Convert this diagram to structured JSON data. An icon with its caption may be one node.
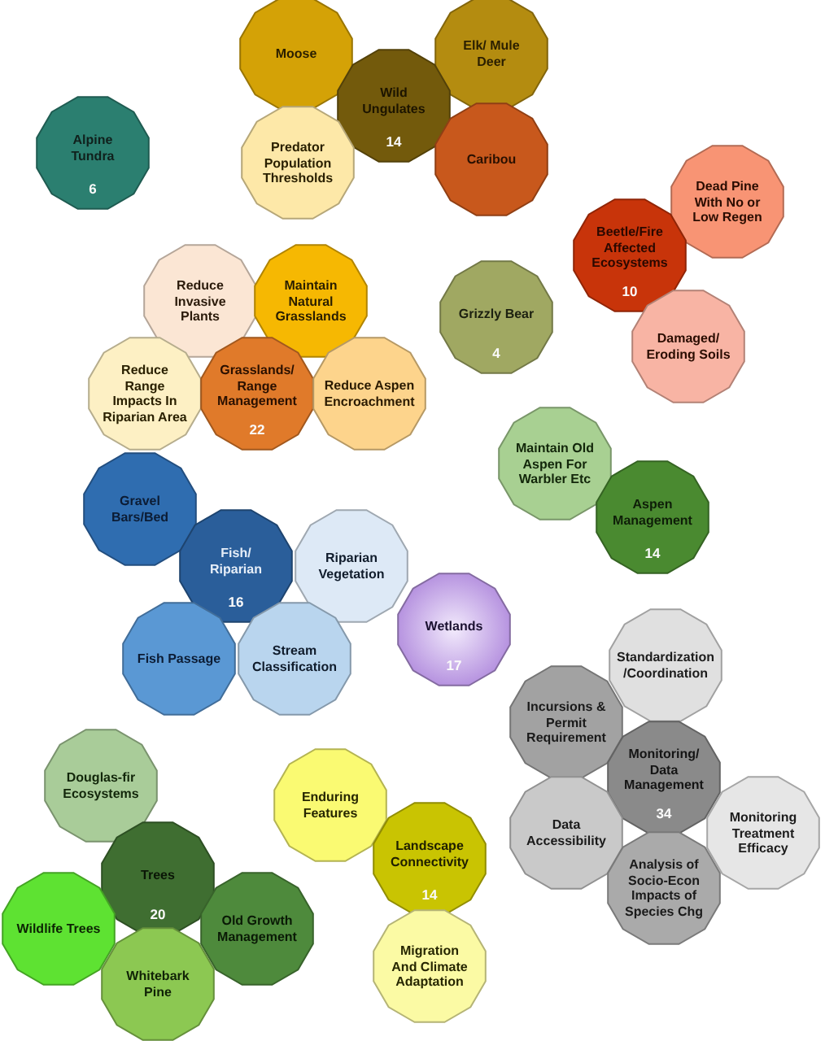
{
  "diagram": {
    "nodes": [
      {
        "text": [
          "Alpine Tundra",
          "6"
        ]
      },
      {
        "text": [
          "Moose"
        ]
      },
      {
        "text": [
          "Elk/ Mule Deer"
        ]
      },
      {
        "text": [
          "Wild Ungulates",
          "14"
        ]
      },
      {
        "text": [
          "Predator Population Thresholds"
        ]
      },
      {
        "text": [
          "Caribou"
        ]
      },
      {
        "text": [
          "Dead Pine With No or Low Regen"
        ]
      },
      {
        "text": [
          "Beetle/Fire Affected Ecosystems",
          "10"
        ]
      },
      {
        "text": [
          "Damaged/ Eroding Soils"
        ]
      },
      {
        "text": [
          "Reduce Invasive Plants"
        ]
      },
      {
        "text": [
          "Maintain Natural Grasslands"
        ]
      },
      {
        "text": [
          "Grizzly Bear",
          "4"
        ]
      },
      {
        "text": [
          "Reduce Range Impacts In Riparian Area"
        ]
      },
      {
        "text": [
          "Grasslands/ Range Management",
          "22"
        ]
      },
      {
        "text": [
          "Reduce Aspen Encroachment"
        ]
      },
      {
        "text": [
          "Maintain Old Aspen For Warbler Etc"
        ]
      },
      {
        "text": [
          "Aspen Management",
          "14"
        ]
      },
      {
        "text": [
          "Gravel Bars/Bed"
        ]
      },
      {
        "text": [
          "Fish/ Riparian",
          "16"
        ]
      },
      {
        "text": [
          "Riparian Vegetation"
        ]
      },
      {
        "text": [
          "Fish Passage"
        ]
      },
      {
        "text": [
          "Stream Classification"
        ]
      },
      {
        "text": [
          "Wetlands",
          "17"
        ]
      },
      {
        "text": [
          "Standardization /Coordination"
        ]
      },
      {
        "text": [
          "Incursions & Permit Requirement"
        ]
      },
      {
        "text": [
          "Monitoring/ Data Management",
          "34"
        ]
      },
      {
        "text": [
          "Data Accessibility"
        ]
      },
      {
        "text": [
          "Monitoring Treatment Efficacy"
        ]
      },
      {
        "text": [
          "Analysis of Socio-Econ Impacts of Species Chg"
        ]
      },
      {
        "text": [
          "Douglas-fir Ecosystems"
        ]
      },
      {
        "text": [
          "Enduring Features"
        ]
      },
      {
        "text": [
          "Trees",
          "20"
        ]
      },
      {
        "text": [
          "Landscape Connectivity",
          "14"
        ]
      },
      {
        "text": [
          "Wildlife Trees"
        ]
      },
      {
        "text": [
          "Old Growth Management"
        ]
      },
      {
        "text": [
          "Whitebark Pine"
        ]
      },
      {
        "text": [
          "Migration And Climate Adaptation"
        ]
      }
    ]
  }
}
